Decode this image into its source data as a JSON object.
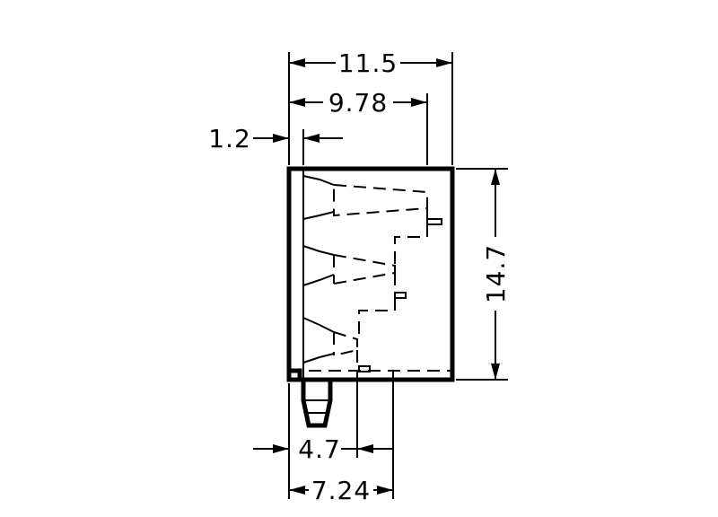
{
  "dimensions": {
    "overall_width": "11.5",
    "inner_width": "9.78",
    "offset": "1.2",
    "height": "14.7",
    "pin_offset": "4.7",
    "pin_spacing": "7.24"
  }
}
